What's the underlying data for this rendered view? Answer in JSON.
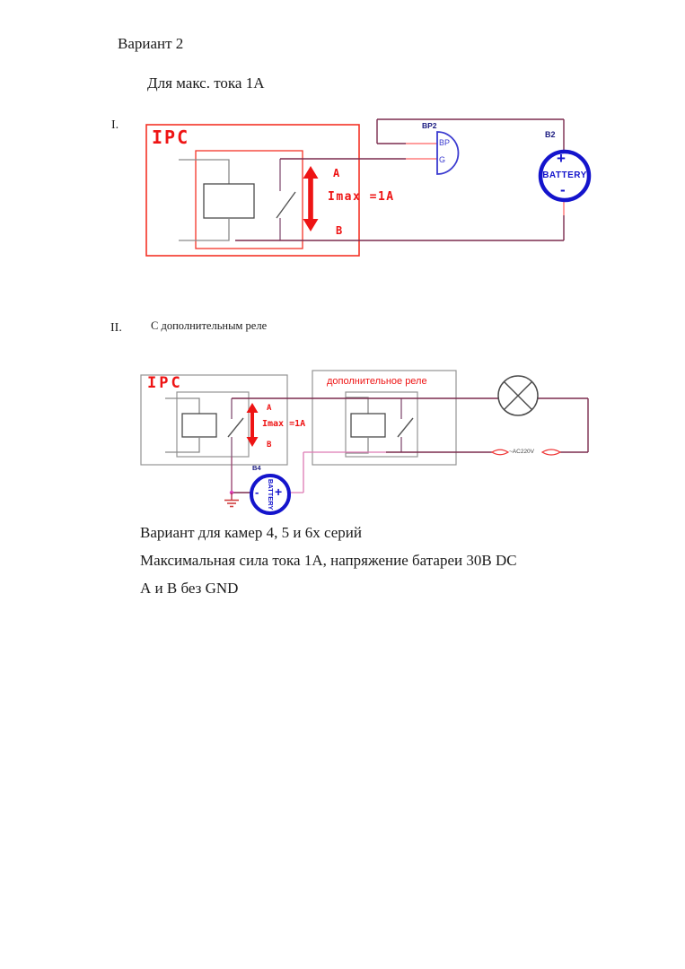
{
  "page": {
    "title": "Вариант 2",
    "subtitle": "Для макс. тока 1А",
    "section1_numeral": "I.",
    "section2_numeral": "II.",
    "section2_title": "С дополнительным реле",
    "footer_lines": [
      "Вариант для камер 4, 5 и 6х серий",
      "Максимальная сила тока 1А, напряжение батареи 30В DC",
      "А и В без GND"
    ]
  },
  "circuit1": {
    "ipc_label": "IPC",
    "terminal_a": "A",
    "imax_label": "Imax =1A",
    "terminal_b": "B",
    "connector_label": "BP2",
    "pin_bp": "BP",
    "pin_g": "G",
    "battery_ref": "B2",
    "battery_plus": "+",
    "battery_text": "BATTERY",
    "battery_minus": "-"
  },
  "circuit2": {
    "ipc_label": "IPC",
    "terminal_a": "A",
    "imax_label": "Imax =1A",
    "terminal_b": "B",
    "relay_label": "дополнительное реле",
    "battery_ref": "B4",
    "battery_plus": "+",
    "battery_text": "BATTERY",
    "battery_minus": "-",
    "ac_label": "~AC220V"
  },
  "colors": {
    "red_box": "#f43226",
    "red_text": "#ee1414",
    "wire_maroon": "#7b2c4e",
    "wire_salmon": "#ff7d7d",
    "wire_pink": "#dd7ab4",
    "blue": "#1414cc",
    "navy": "#1a1a80",
    "gray": "#8a8a8a"
  }
}
